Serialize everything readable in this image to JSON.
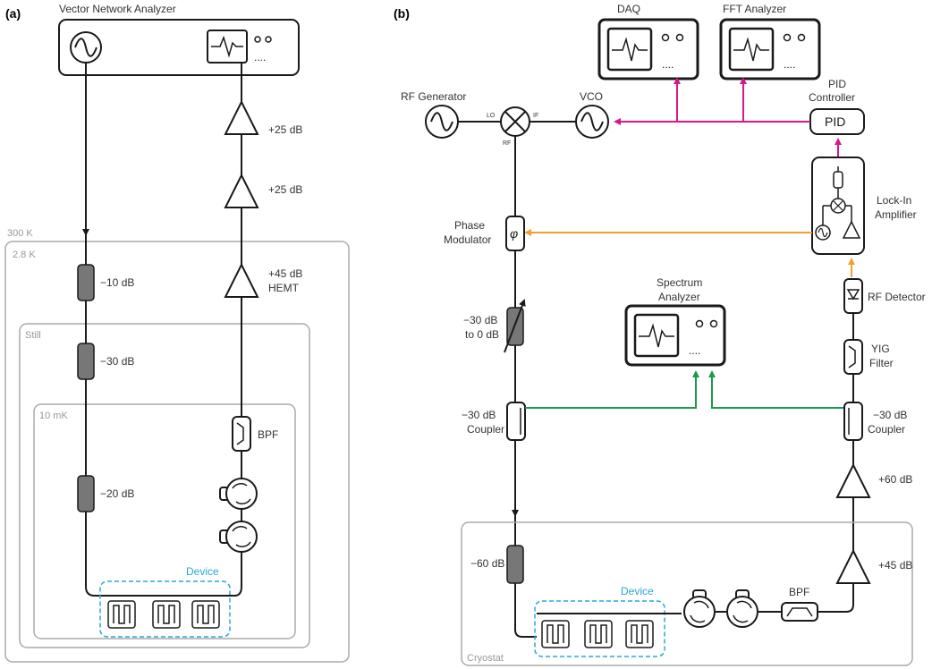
{
  "panel_a": {
    "label": "(a)",
    "vna_title": "Vector Network Analyzer",
    "stages": {
      "t300": "300 K",
      "t28": "2.8 K",
      "still": "Still",
      "t10": "10 mK"
    },
    "attenuators": [
      "−10 dB",
      "−30 dB",
      "−20 dB"
    ],
    "amplifiers": [
      "+25 dB",
      "+25 dB",
      "+45 dB"
    ],
    "hemt": "HEMT",
    "bpf": "BPF",
    "device": "Device"
  },
  "panel_b": {
    "label": "(b)",
    "daq": "DAQ",
    "fft": "FFT Analyzer",
    "rf_generator": "RF Generator",
    "vco": "VCO",
    "pid_title_1": "PID",
    "pid_title_2": "Controller",
    "pid_box": "PID",
    "mixer_ports": {
      "lo": "LO",
      "if": "IF",
      "rf": "RF"
    },
    "lockin_1": "Lock-In",
    "lockin_2": "Amplifier",
    "phase_mod_1": "Phase",
    "phase_mod_2": "Modulator",
    "phase_symbol": "φ",
    "var_att_1": "−30 dB",
    "var_att_2": "to 0 dB",
    "spectrum_1": "Spectrum",
    "spectrum_2": "Analyzer",
    "rf_detector": "RF Detector",
    "yig_1": "YIG",
    "yig_2": "Filter",
    "coupler_left_1": "−30 dB",
    "coupler_left_2": "Coupler",
    "coupler_right_1": "−30 dB",
    "coupler_right_2": "Coupler",
    "amp_60": "+60 dB",
    "amp_45": "+45 dB",
    "att_60": "−60 dB",
    "bpf": "BPF",
    "device": "Device",
    "cryostat": "Cryostat"
  },
  "colors": {
    "magenta": "#d6178c",
    "orange": "#f0a030",
    "green": "#1a9a4a",
    "cyan": "#29a8d8"
  }
}
